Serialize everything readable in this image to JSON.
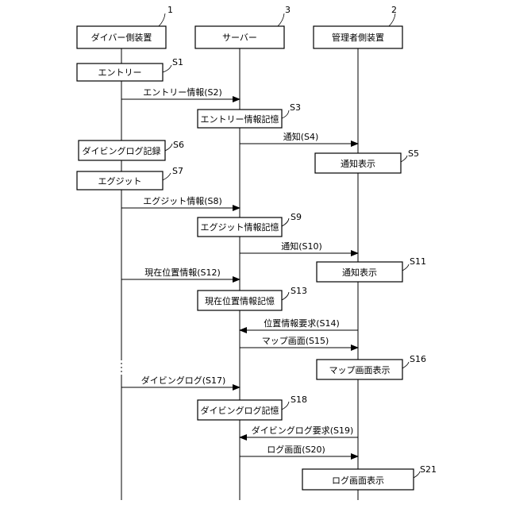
{
  "diagram": {
    "participants": [
      {
        "id": "diver",
        "label": "ダイバー側装置",
        "ref": "1"
      },
      {
        "id": "server",
        "label": "サーバー",
        "ref": "3"
      },
      {
        "id": "admin",
        "label": "管理者側装置",
        "ref": "2"
      }
    ],
    "steps": [
      {
        "kind": "process",
        "at": "diver",
        "label": "エントリー",
        "ref": "S1"
      },
      {
        "kind": "message",
        "from": "diver",
        "to": "server",
        "label": "エントリー情報(S2)"
      },
      {
        "kind": "process",
        "at": "server",
        "label": "エントリー情報記憶",
        "ref": "S3"
      },
      {
        "kind": "message",
        "from": "server",
        "to": "admin",
        "label": "通知(S4)"
      },
      {
        "kind": "process",
        "at": "admin",
        "label": "通知表示",
        "ref": "S5"
      },
      {
        "kind": "process",
        "at": "diver",
        "label": "ダイビングログ記録",
        "ref": "S6"
      },
      {
        "kind": "process",
        "at": "diver",
        "label": "エグジット",
        "ref": "S7"
      },
      {
        "kind": "message",
        "from": "diver",
        "to": "server",
        "label": "エグジット情報(S8)"
      },
      {
        "kind": "process",
        "at": "server",
        "label": "エグジット情報記憶",
        "ref": "S9"
      },
      {
        "kind": "message",
        "from": "server",
        "to": "admin",
        "label": "通知(S10)"
      },
      {
        "kind": "process",
        "at": "admin",
        "label": "通知表示",
        "ref": "S11"
      },
      {
        "kind": "message",
        "from": "diver",
        "to": "server",
        "label": "現在位置情報(S12)"
      },
      {
        "kind": "process",
        "at": "server",
        "label": "現在位置情報記憶",
        "ref": "S13"
      },
      {
        "kind": "message",
        "from": "admin",
        "to": "server",
        "label": "位置情報要求(S14)"
      },
      {
        "kind": "message",
        "from": "server",
        "to": "admin",
        "label": "マップ画面(S15)"
      },
      {
        "kind": "process",
        "at": "admin",
        "label": "マップ画面表示",
        "ref": "S16"
      },
      {
        "kind": "message",
        "from": "diver",
        "to": "server",
        "label": "ダイビングログ(S17)"
      },
      {
        "kind": "process",
        "at": "server",
        "label": "ダイビングログ記憶",
        "ref": "S18"
      },
      {
        "kind": "message",
        "from": "admin",
        "to": "server",
        "label": "ダイビングログ要求(S19)"
      },
      {
        "kind": "message",
        "from": "server",
        "to": "admin",
        "label": "ログ画面(S20)"
      },
      {
        "kind": "process",
        "at": "admin",
        "label": "ログ画面表示",
        "ref": "S21"
      }
    ]
  }
}
